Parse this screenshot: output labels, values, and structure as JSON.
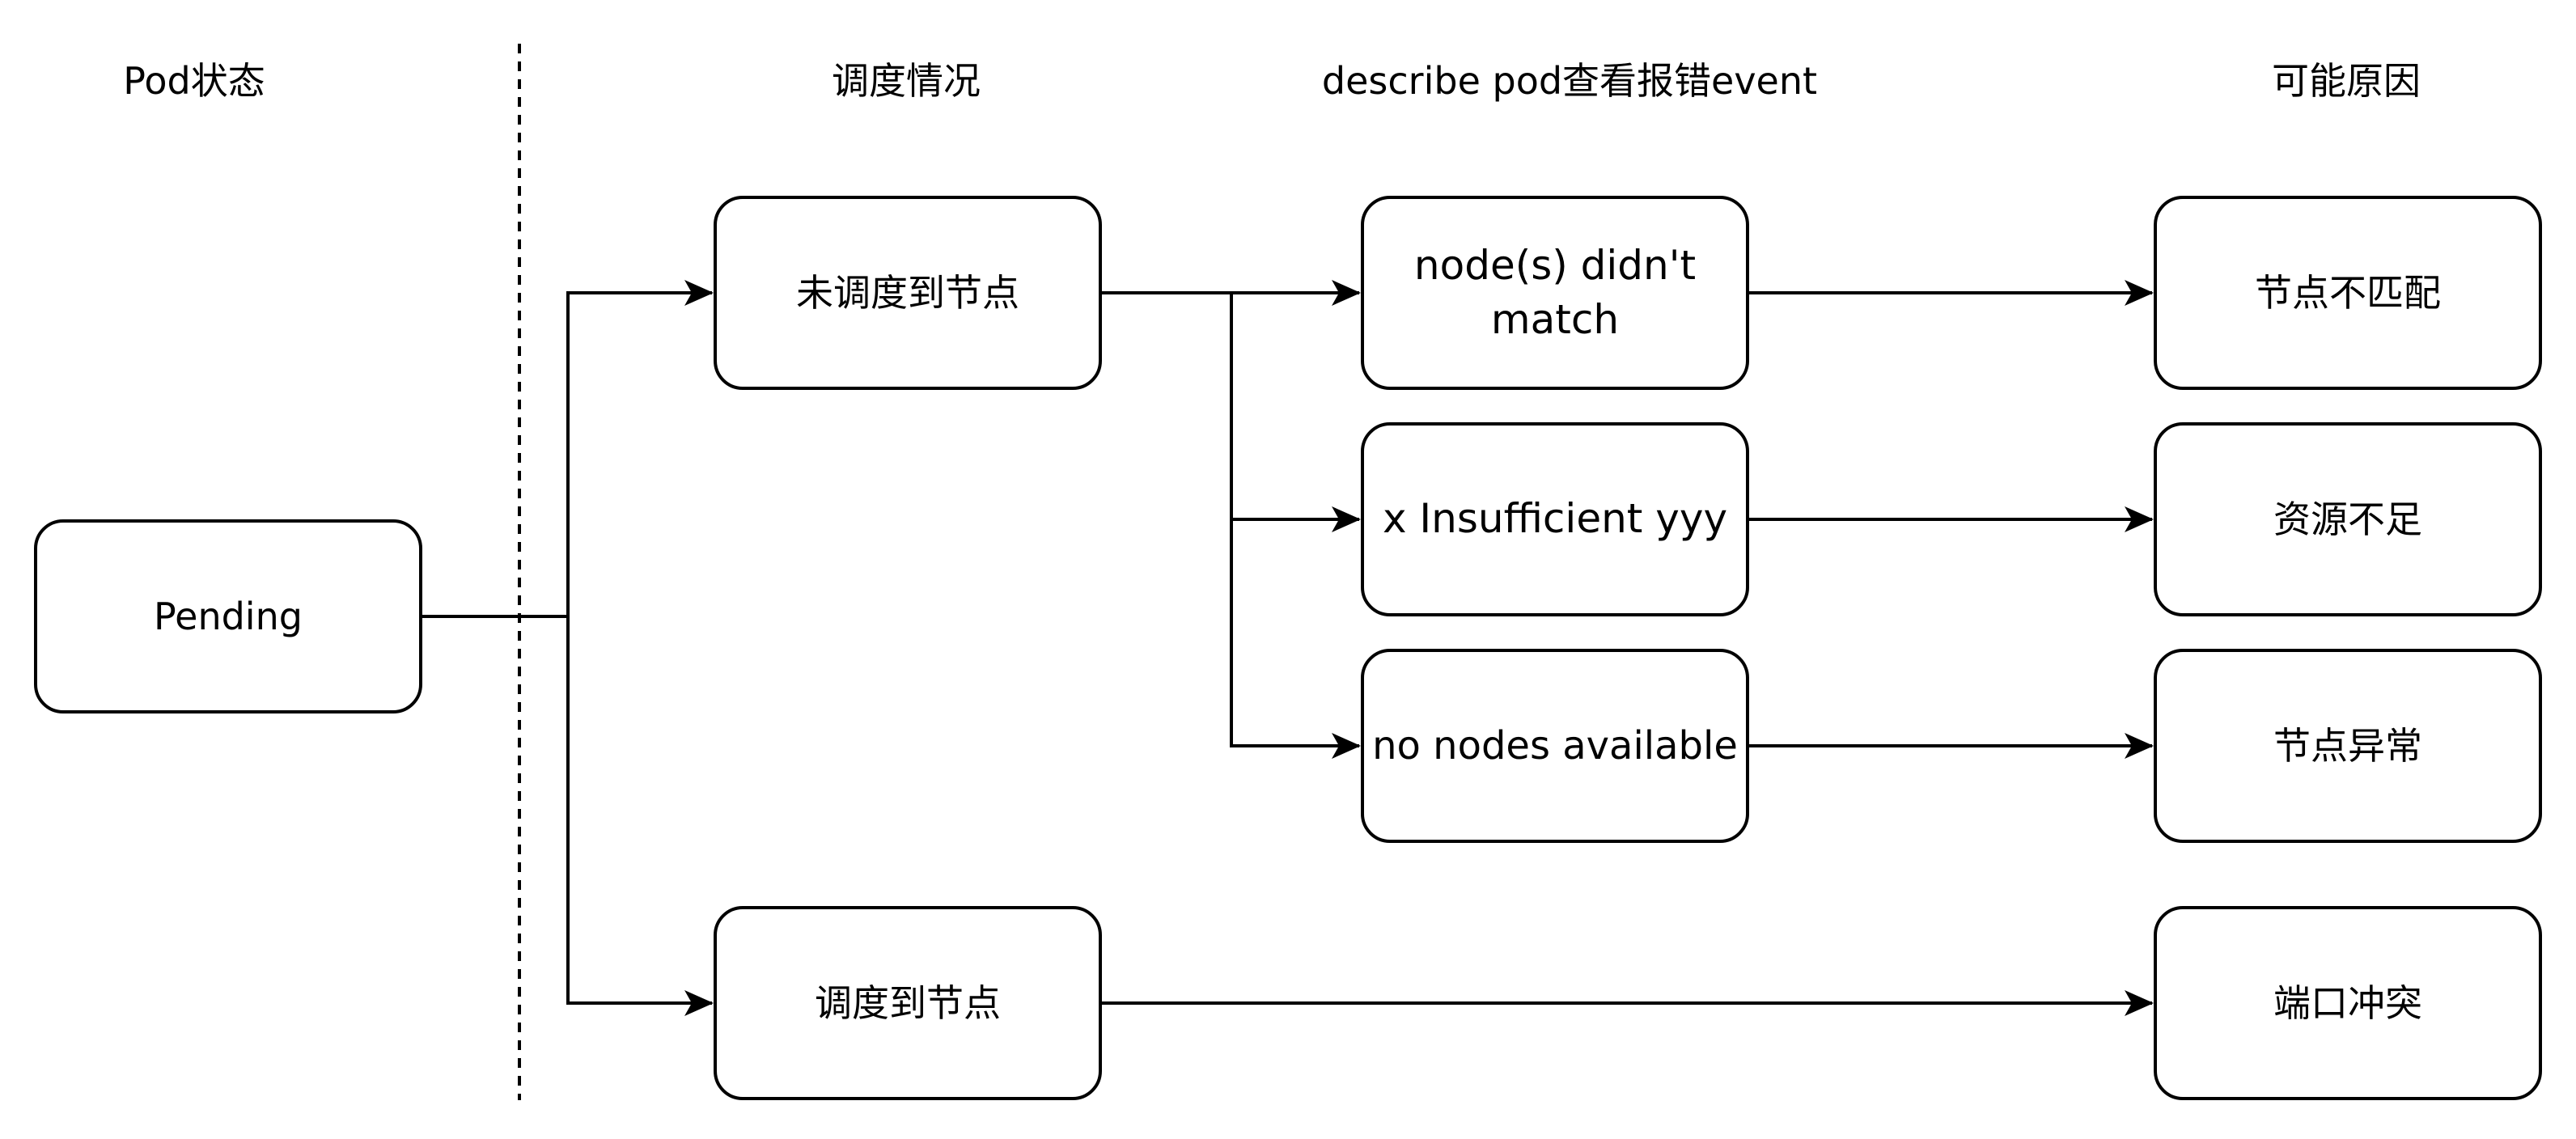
{
  "headers": {
    "pod_status": "Pod状态",
    "scheduling": "调度情况",
    "describe_event": "describe pod查看报错event",
    "possible_cause": "可能原因"
  },
  "nodes": {
    "pending": "Pending",
    "not_scheduled": "未调度到节点",
    "scheduled": "调度到节点",
    "event_node_mismatch": "node(s) didn't match",
    "event_insufficient": "x Insufficient yyy",
    "event_no_nodes": "no nodes available",
    "cause_node_mismatch": "节点不匹配",
    "cause_insufficient_resources": "资源不足",
    "cause_node_abnormal": "节点异常",
    "cause_port_conflict": "端口冲突"
  },
  "colors": {
    "line": "#000000",
    "box_fill": "#ffffff"
  }
}
